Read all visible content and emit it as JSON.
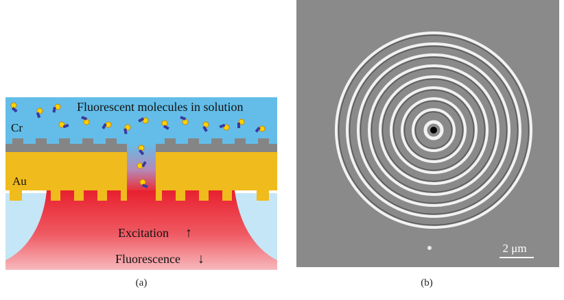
{
  "figure": {
    "panel_a": {
      "title": "Fluorescent molecules in solution",
      "label_cr": "Cr",
      "label_au": "Au",
      "label_excitation": "Excitation",
      "arrow_excitation": "↑",
      "label_fluorescence": "Fluorescence",
      "arrow_fluorescence": "↓",
      "caption": "(a)"
    },
    "panel_b": {
      "scale_bar_label": "2 μm",
      "caption": "(b)"
    },
    "colors": {
      "solution": "#63bde8",
      "chromium": "#858585",
      "gold": "#f0bb1c",
      "laser": "#e8303a",
      "glass": "#c5e6f6",
      "sem_background": "#8a8a8a",
      "ring": "#f2f2f2"
    }
  }
}
